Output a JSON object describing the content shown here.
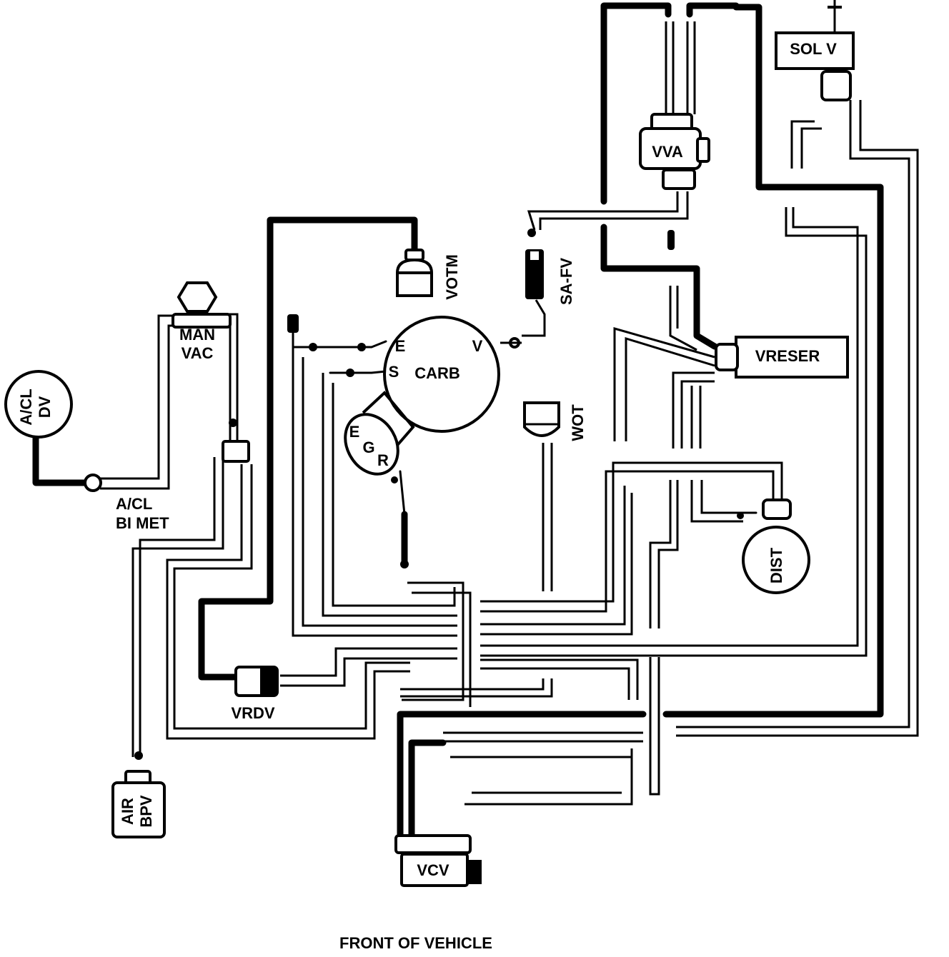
{
  "components": {
    "acl_dv": {
      "line1": "A/CL",
      "line2": "DV"
    },
    "man_vac": {
      "line1": "MAN",
      "line2": "VAC"
    },
    "acl_bimet": {
      "line1": "A/CL",
      "line2": "BI MET"
    },
    "air_bpv": {
      "line1": "AIR",
      "line2": "BPV"
    },
    "vrdv": "VRDV",
    "votm": "VOTM",
    "carb": "CARB",
    "carb_port_e": "E",
    "carb_port_s": "S",
    "carb_port_v": "V",
    "egr_e": "E",
    "egr_g": "G",
    "egr_r": "R",
    "sa_fv": "SA-FV",
    "wot": "WOT",
    "vva": "VVA",
    "sol_v": "SOL V",
    "vreser": "VRESER",
    "dist": "DIST",
    "vcv": "VCV"
  },
  "footer": {
    "caption": "FRONT OF VEHICLE"
  },
  "colors": {
    "ink": "#000000",
    "paper": "#ffffff"
  }
}
